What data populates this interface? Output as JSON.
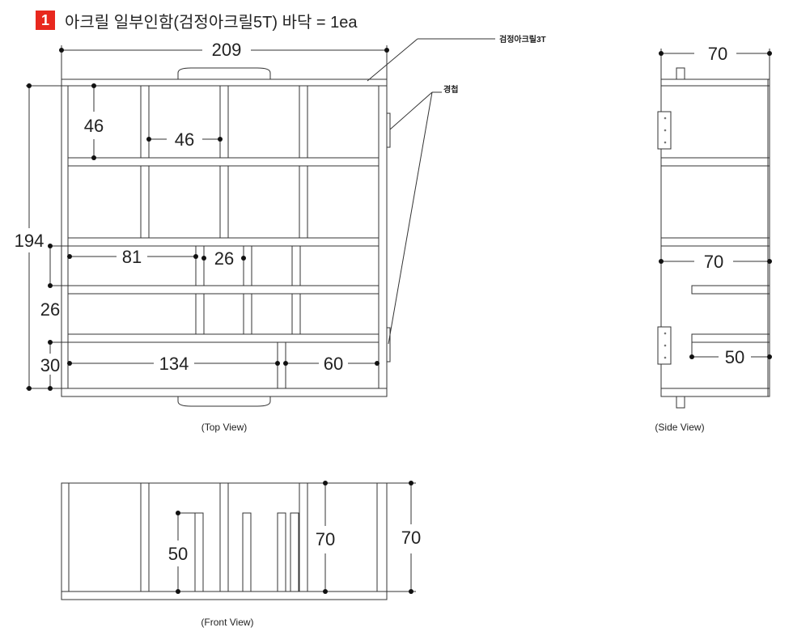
{
  "header": {
    "badge": "1",
    "title": "아크릴 일부인함(검정아크릴5T) 바닥 = 1ea"
  },
  "callouts": {
    "material": "검정아크릴3T",
    "hinge": "경첩"
  },
  "views": {
    "top": {
      "caption": "(Top View)",
      "dims": {
        "width": "209",
        "height": "194",
        "cell_h": "46",
        "cell_w": "46",
        "mid_w": "81",
        "mid_cell": "26",
        "row_26": "26",
        "row_30": "30",
        "bottom_left": "134",
        "bottom_right": "60"
      }
    },
    "side": {
      "caption": "(Side View)",
      "dims": {
        "top_w": "70",
        "mid_w": "70",
        "shelf_w": "50"
      }
    },
    "front": {
      "caption": "(Front View)",
      "dims": {
        "inner_h": "50",
        "mid_h": "70",
        "total_h": "70"
      }
    }
  }
}
